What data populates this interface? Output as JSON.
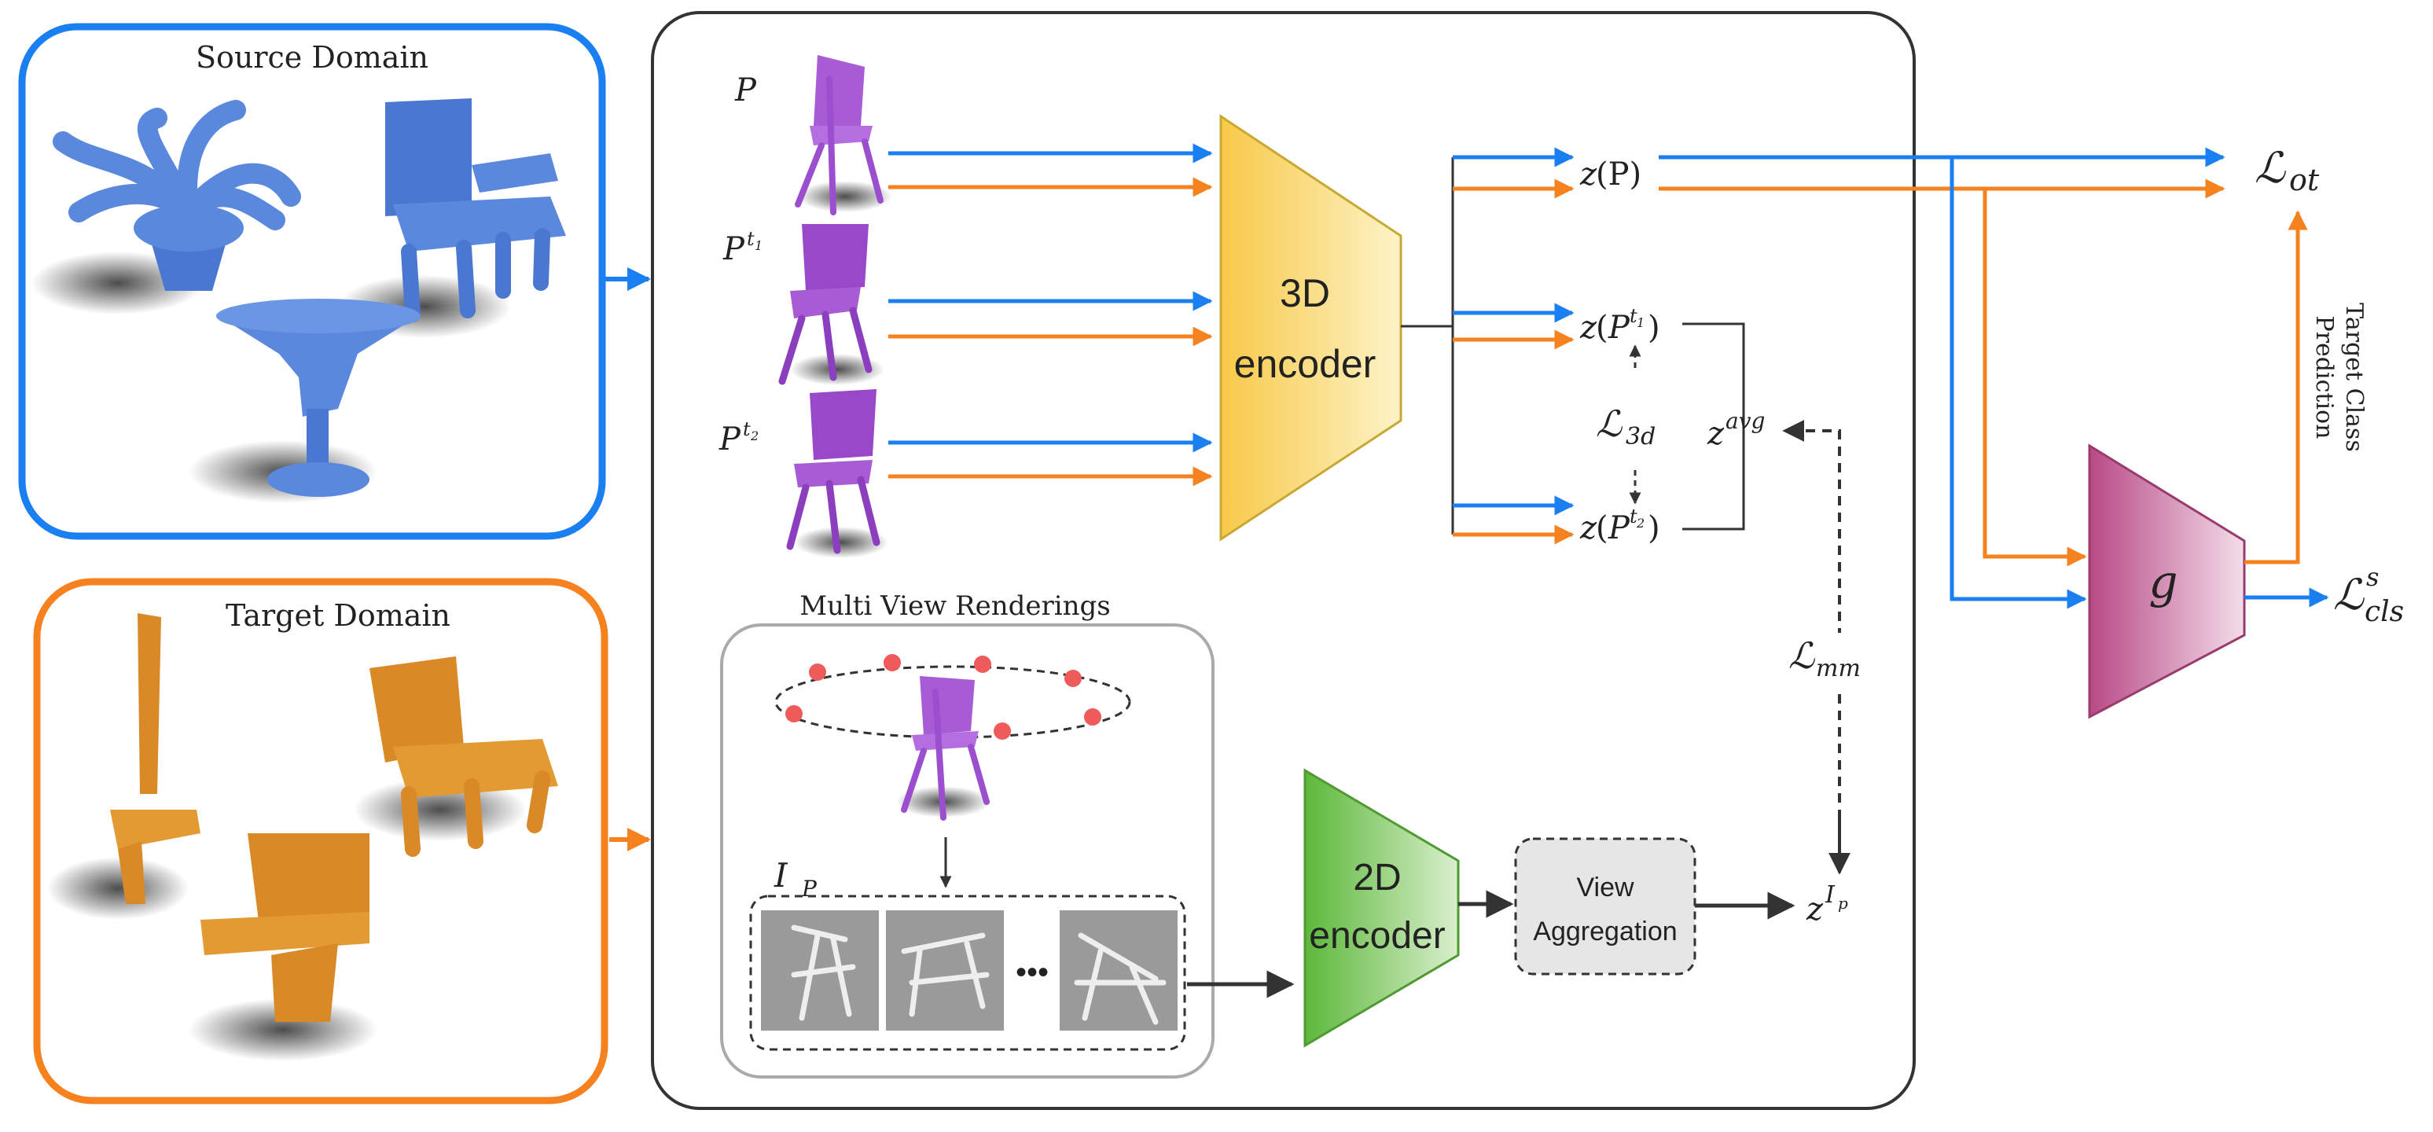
{
  "source_domain": {
    "title": "Source Domain"
  },
  "target_domain": {
    "title": "Target Domain"
  },
  "inputs": {
    "p": "P",
    "pt": "P",
    "t1": "t1",
    "t2": "t2"
  },
  "encoder3d": {
    "line1": "3D",
    "line2": "encoder"
  },
  "encoder2d": {
    "line1": "2D",
    "line2": "encoder"
  },
  "view_aggregation": {
    "line1": "View",
    "line2": "Aggregation"
  },
  "multiview": {
    "title": "Multi View Renderings",
    "images_label": "I",
    "images_sub": "P",
    "ellipsis": "•••"
  },
  "latents": {
    "z": "z",
    "zp": "(P)",
    "zavg": "avg",
    "zip": "I",
    "zip_sub": "p"
  },
  "losses": {
    "L": "ℒ",
    "ot_sub": "ot",
    "3d_sub": "3d",
    "mm_sub": "mm",
    "cls_sub": "cls",
    "cls_sup": "s"
  },
  "classifier": {
    "label": "g"
  },
  "prediction": {
    "line1": "Target Class",
    "line2": "Prediction"
  },
  "colors": {
    "source": "#1a7ff0",
    "target": "#f5821f",
    "encoder3d": "#f9d45c",
    "encoder2d": "#6cc04a",
    "classifier": "#c2558e",
    "aggregation": "#e6e6e6"
  }
}
